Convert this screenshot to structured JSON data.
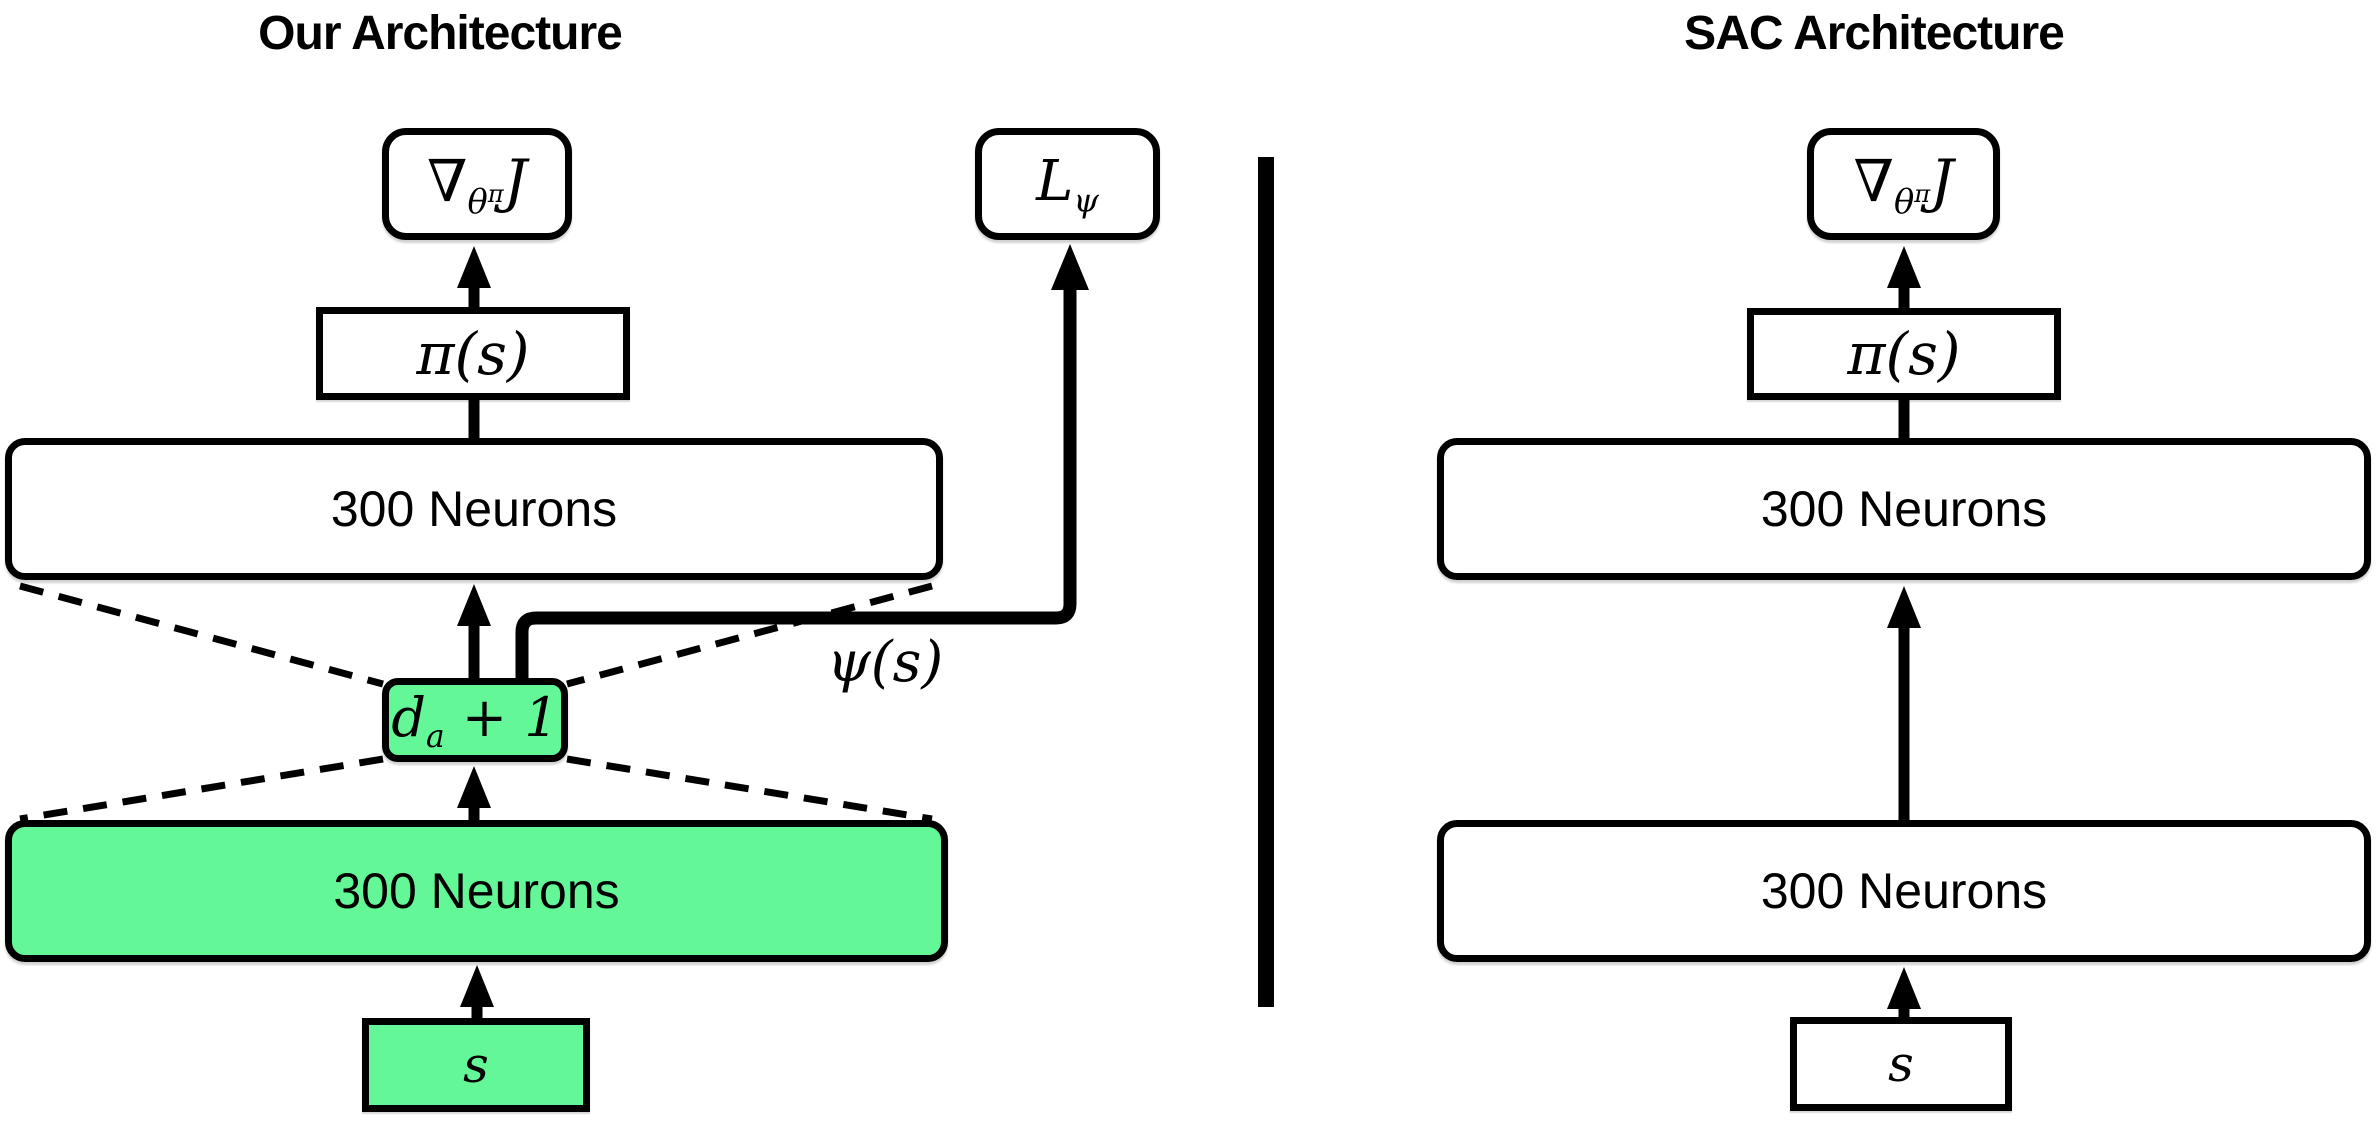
{
  "colors": {
    "highlight_green": "#63f797",
    "line_black": "#000000",
    "background": "#ffffff"
  },
  "left": {
    "title": "Our Architecture",
    "grad": {
      "nabla": "∇",
      "sub": "θ",
      "subsup": "π",
      "var": "J"
    },
    "policy": "π(s)",
    "hidden_top": "300 Neurons",
    "bottleneck": {
      "var": "d",
      "sub": "a",
      "rest": " + 1"
    },
    "hidden_bottom": "300 Neurons",
    "state": "s",
    "loss": {
      "var": "L",
      "sub": "ψ"
    },
    "psi": "ψ(s)"
  },
  "right": {
    "title": "SAC Architecture",
    "grad": {
      "nabla": "∇",
      "sub": "θ",
      "subsup": "π",
      "var": "J"
    },
    "policy": "π(s)",
    "hidden_top": "300 Neurons",
    "hidden_bottom": "300 Neurons",
    "state": "s"
  }
}
